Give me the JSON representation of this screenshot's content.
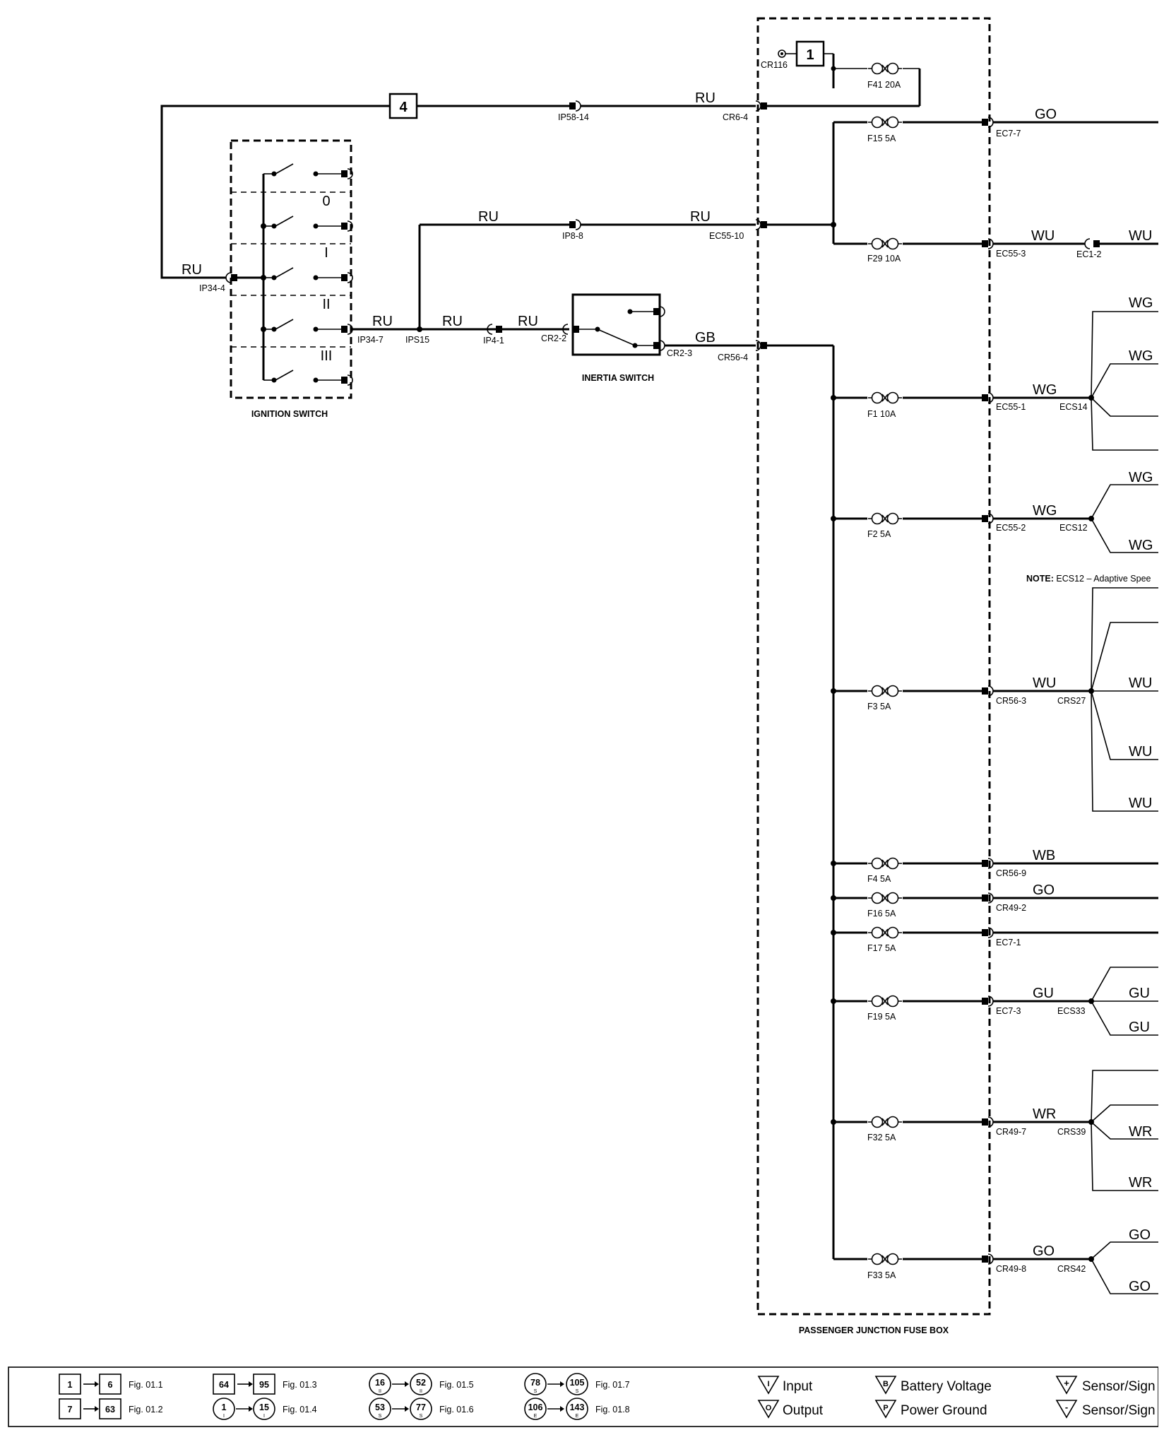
{
  "boxes": {
    "ignition_switch": "IGNITION SWITCH",
    "inertia_switch": "INERTIA SWITCH",
    "fuse_box": "PASSENGER JUNCTION FUSE BOX"
  },
  "ignition_positions": [
    "0",
    "I",
    "II",
    "III"
  ],
  "wire_colors": {
    "ru": "RU",
    "gb": "GB",
    "go": "GO",
    "wu": "WU",
    "wg": "WG",
    "wb": "WB",
    "gu": "GU",
    "wr": "WR"
  },
  "ref_boxes": {
    "sheet_ref": "4",
    "cr116_ref": "1"
  },
  "connectors": {
    "ip58_14": "IP58-14",
    "cr6_4": "CR6-4",
    "cr116": "CR116",
    "ip34_4": "IP34-4",
    "ip34_7": "IP34-7",
    "ips15": "IPS15",
    "ip4_1": "IP4-1",
    "cr2_2": "CR2-2",
    "cr2_3": "CR2-3",
    "cr56_4": "CR56-4",
    "ip8_8": "IP8-8",
    "ec55_10": "EC55-10",
    "ec7_7": "EC7-7",
    "ec55_3": "EC55-3",
    "ec1_2": "EC1-2",
    "ec55_1": "EC55-1",
    "ecs14": "ECS14",
    "ec55_2": "EC55-2",
    "ecs12": "ECS12",
    "cr56_3": "CR56-3",
    "crs27": "CRS27",
    "cr56_9": "CR56-9",
    "cr49_2": "CR49-2",
    "ec7_1": "EC7-1",
    "ec7_3": "EC7-3",
    "ecs33": "ECS33",
    "cr49_7": "CR49-7",
    "crs39": "CRS39",
    "cr49_8": "CR49-8",
    "crs42": "CRS42"
  },
  "fuses": {
    "f41": "F41 20A",
    "f15": "F15 5A",
    "f29": "F29 10A",
    "f1": "F1 10A",
    "f2": "F2 5A",
    "f3": "F3 5A",
    "f4": "F4 5A",
    "f16": "F16 5A",
    "f17": "F17 5A",
    "f19": "F19 5A",
    "f32": "F32 5A",
    "f33": "F33 5A"
  },
  "note": {
    "label": "NOTE:",
    "text": "ECS12 – Adaptive Spee"
  },
  "legend": {
    "ranges": [
      {
        "from": "1",
        "to": "6",
        "fig": "Fig. 01.1"
      },
      {
        "from": "7",
        "to": "63",
        "fig": "Fig. 01.2"
      },
      {
        "from": "64",
        "to": "95",
        "fig": "Fig. 01.3"
      },
      {
        "from": "1",
        "to": "15",
        "sub": "I",
        "fig": "Fig. 01.4"
      },
      {
        "from": "16",
        "to": "52",
        "sub": "II",
        "fig": "Fig. 01.5"
      },
      {
        "from": "53",
        "to": "77",
        "sub": "S",
        "fig": "Fig. 01.6"
      },
      {
        "from": "78",
        "to": "105",
        "sub": "S",
        "fig": "Fig. 01.7"
      },
      {
        "from": "106",
        "to": "143",
        "sub": "E",
        "fig": "Fig. 01.8"
      }
    ],
    "symbols": [
      {
        "letter": "I",
        "label": "Input"
      },
      {
        "letter": "O",
        "label": "Output"
      },
      {
        "letter": "B",
        "label": "Battery Voltage"
      },
      {
        "letter": "P",
        "label": "Power Ground"
      },
      {
        "letter": "+",
        "label": "Sensor/Sign"
      },
      {
        "letter": "-",
        "label": "Sensor/Sign"
      }
    ]
  }
}
